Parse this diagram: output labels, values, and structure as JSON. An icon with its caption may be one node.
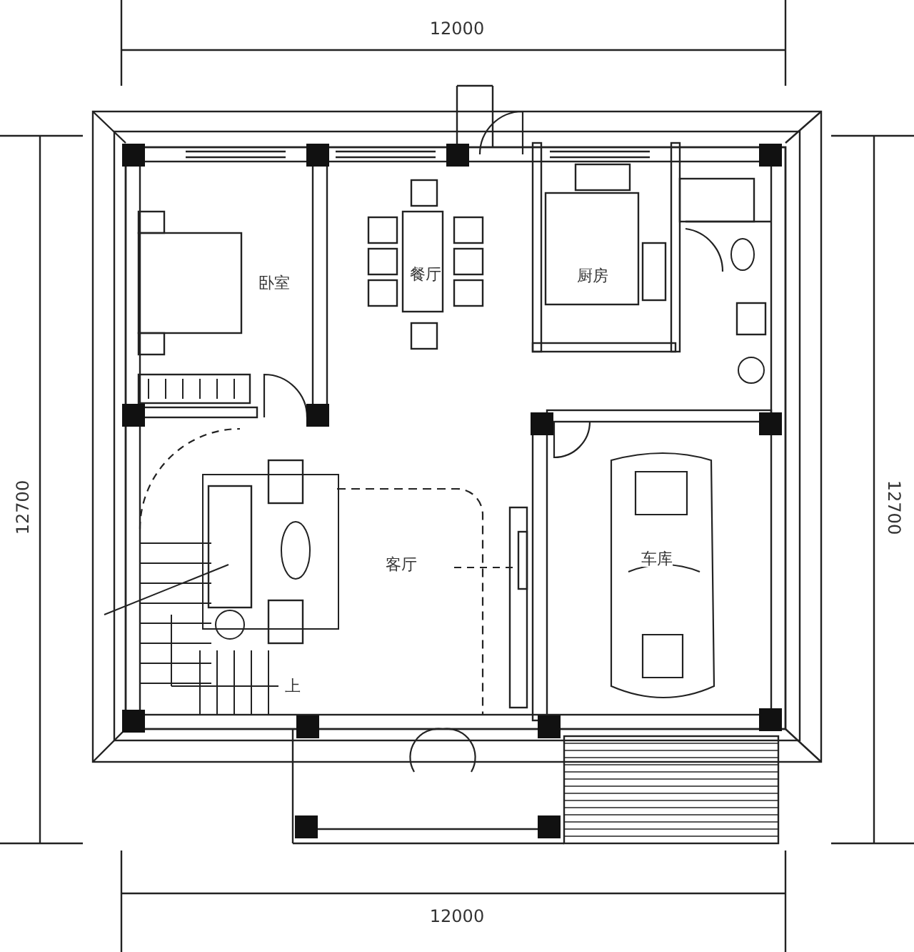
{
  "diagram": {
    "labels": [
      "12000",
      "12700",
      "12700",
      "餐厅",
      "厨房",
      "卧室",
      "车库",
      "客厅",
      "上",
      "12000"
    ]
  }
}
